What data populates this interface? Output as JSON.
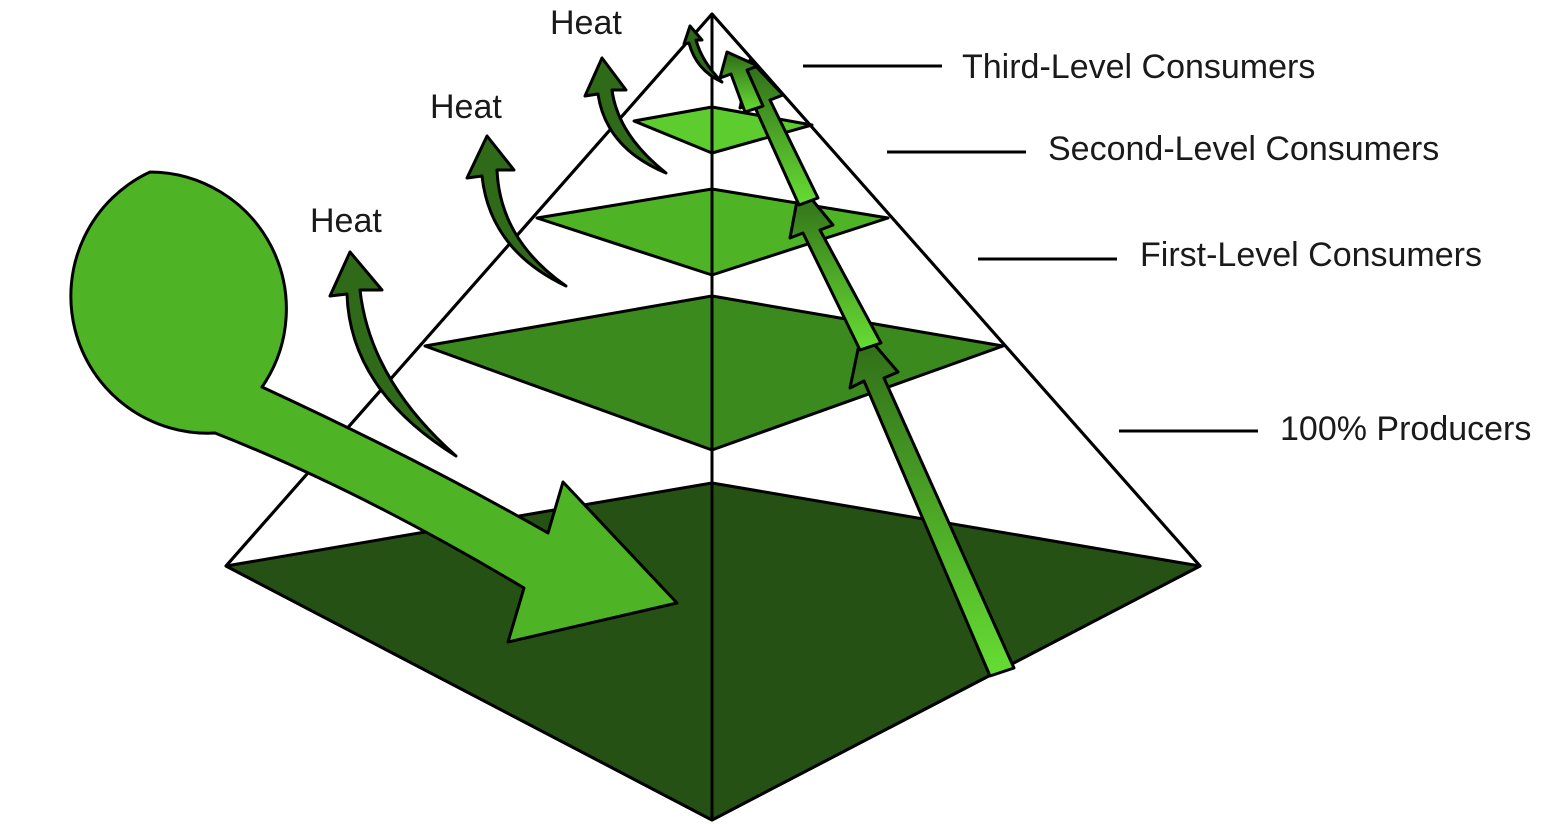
{
  "levels": [
    {
      "label": "Third-Level Consumers"
    },
    {
      "label": "Second-Level Consumers"
    },
    {
      "label": "First-Level Consumers"
    },
    {
      "label": "100% Producers"
    }
  ],
  "heat_labels": [
    "Heat",
    "Heat",
    "Heat"
  ],
  "colors": {
    "producers_layer": "#255214",
    "first_level_layer": "#3a8a1e",
    "second_level_layer": "#4fb326",
    "third_level_layer": "#5ccc2e",
    "sun_energy": "#4fb326",
    "heat_arrow": "#2f6a18",
    "energy_arrow_bright": "#66dd33",
    "energy_arrow_dark": "#2f6a18",
    "outline": "#000000"
  }
}
